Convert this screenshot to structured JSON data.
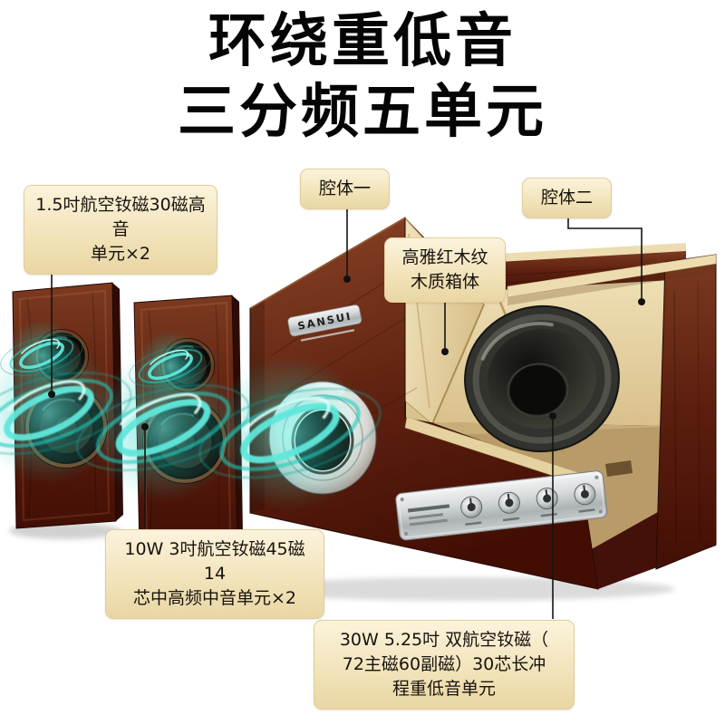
{
  "title": {
    "line1": "环绕重低音",
    "line2": "三分频五单元"
  },
  "callouts": {
    "tweeter": "1.5吋航空钕磁30磁高音\n单元×2",
    "cavity1": "腔体一",
    "cavity2": "腔体二",
    "cabinet": "高雅红木纹\n木质箱体",
    "midrange": "10W 3吋航空钕磁45磁14\n芯中高频中音单元×2",
    "subwoofer": "30W 5.25吋 双航空钕磁（\n72主磁60副磁）30芯长冲\n程重低音单元"
  },
  "product": {
    "brand": "SANSUI",
    "colors": {
      "accent_teal": "#1fd4c6",
      "wood_red": "#5e2212",
      "interior_cream": "#e9d9ad",
      "label_bg": "#f4e7c3",
      "panel_silver": "#c9cdce",
      "text": "#111111"
    }
  }
}
